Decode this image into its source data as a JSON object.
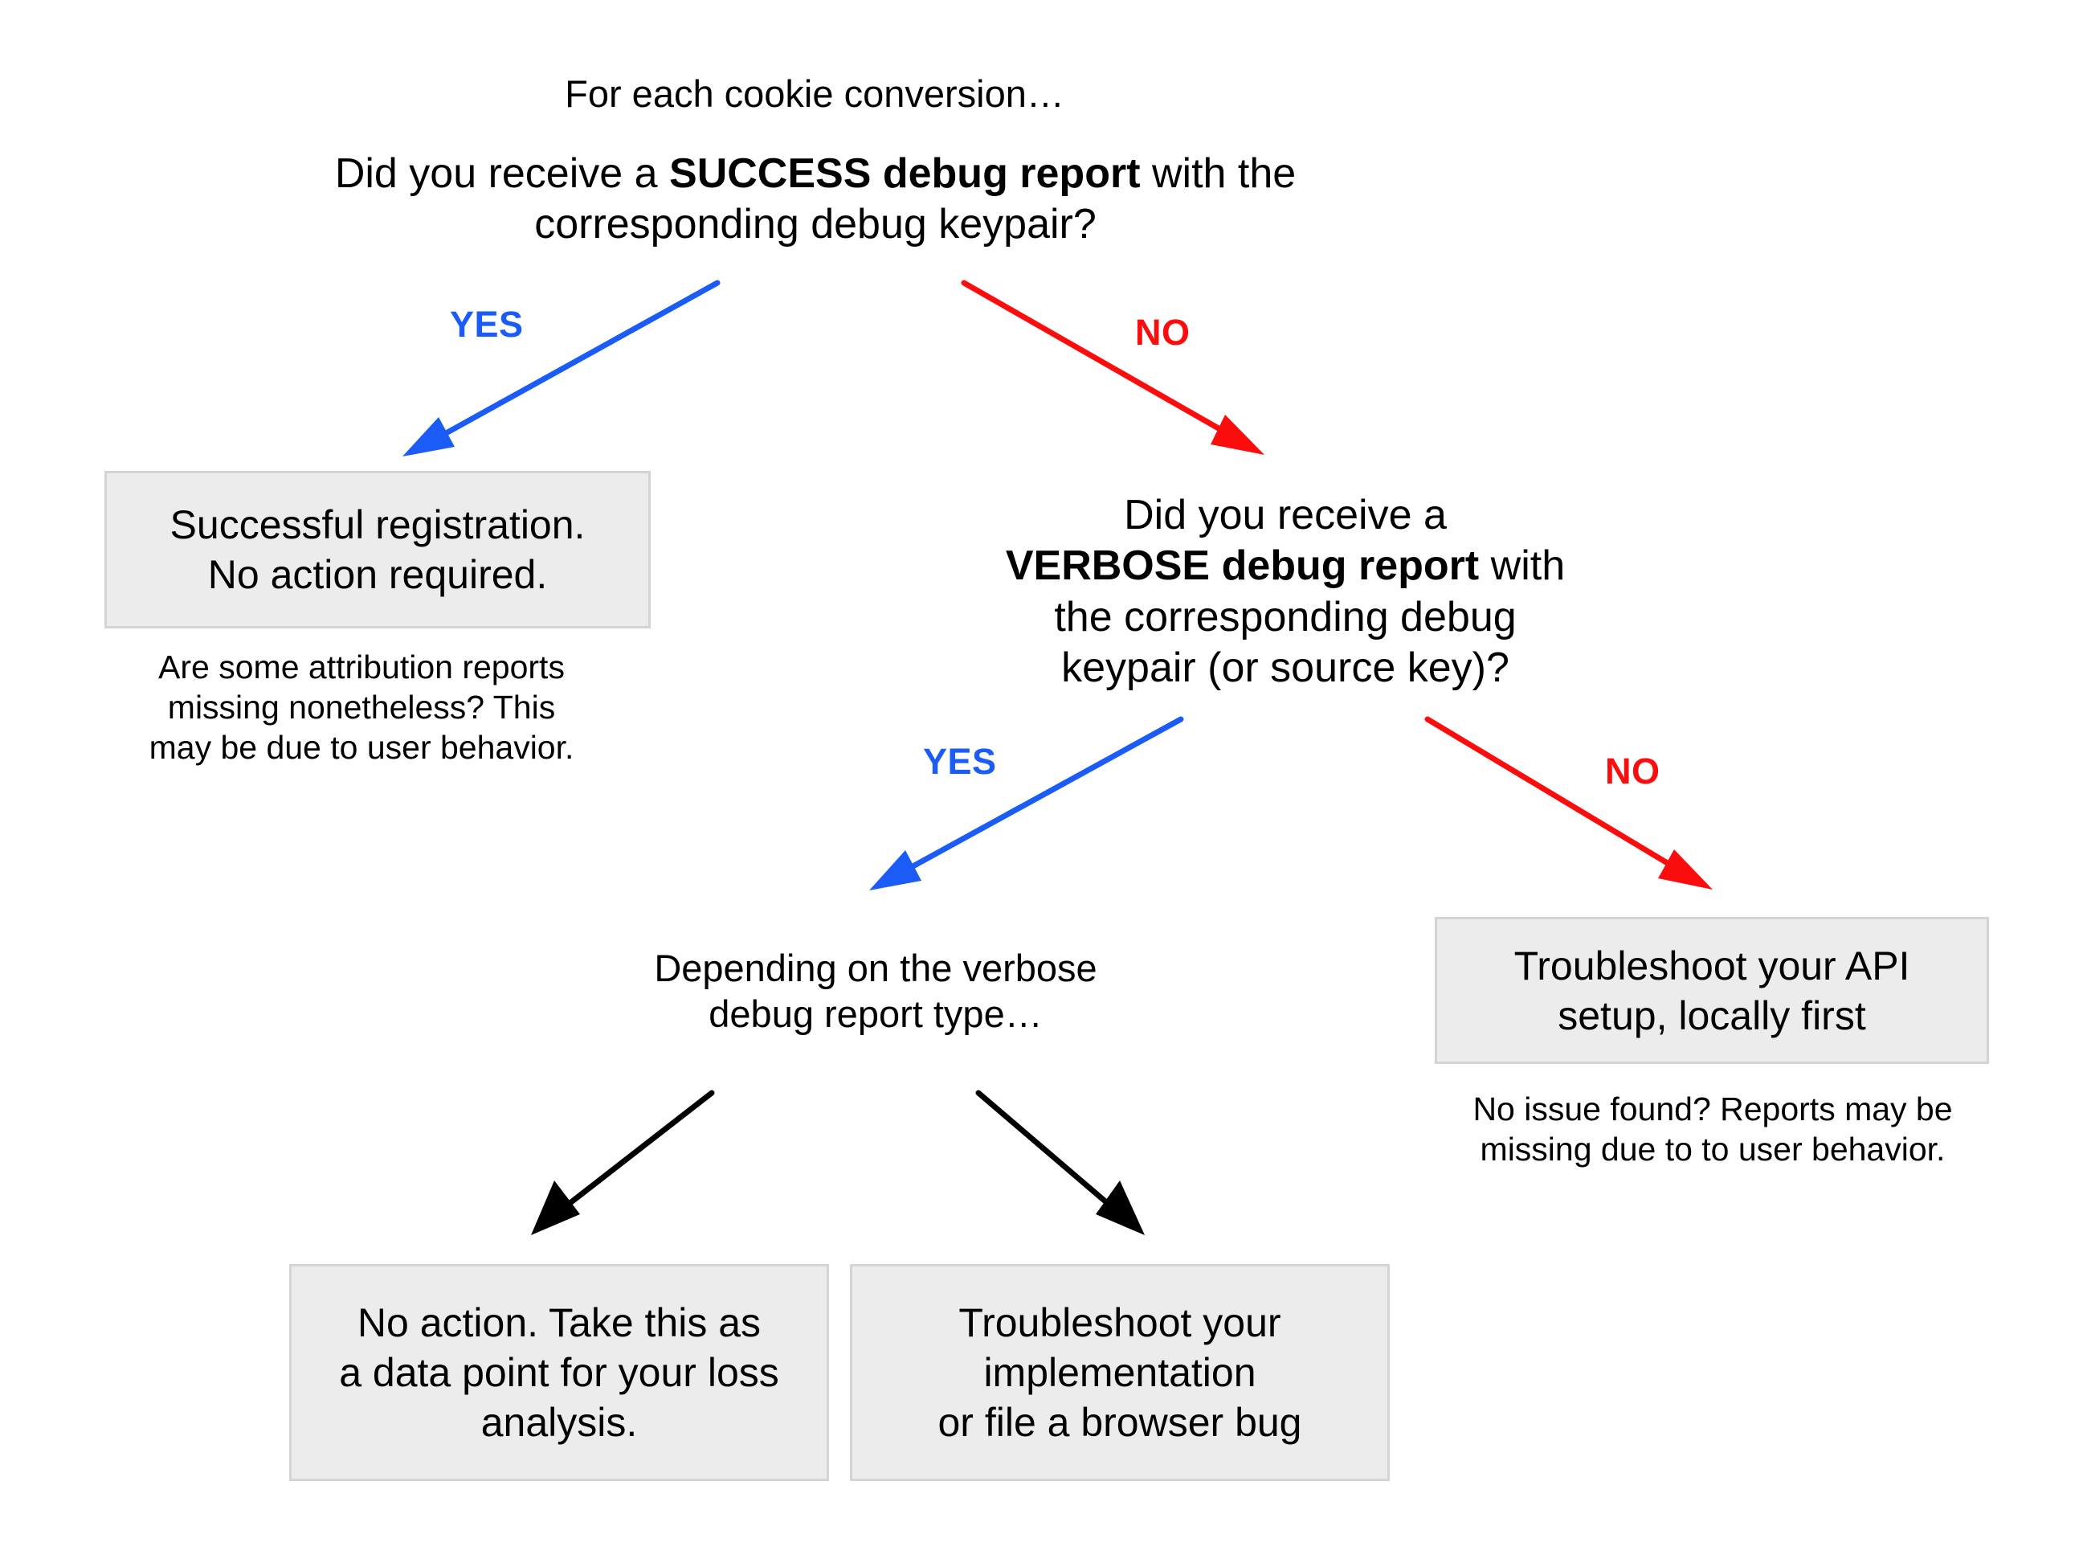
{
  "diagram": {
    "title": "Cookie conversion debug report troubleshooting flowchart",
    "background": "#ffffff",
    "colors": {
      "yes": "#1a5cf5",
      "no": "#fc0d0d",
      "neutral": "#000000",
      "box_fill": "#ececec",
      "box_border": "#d4d4d4"
    }
  },
  "intro": {
    "text": "For each cookie conversion…"
  },
  "questions": {
    "root": {
      "prefix": "Did you receive a ",
      "emphasis": "SUCCESS debug report",
      "suffix": " with the\ncorresponding debug keypair?"
    },
    "verbose": {
      "prefix": "Did you receive a\n",
      "emphasis": "VERBOSE debug report",
      "suffix": " with\nthe corresponding debug\nkeypair (or source key)?"
    }
  },
  "edge_labels": {
    "yes_1": "YES",
    "no_1": "NO",
    "yes_2": "YES",
    "no_2": "NO"
  },
  "boxes": {
    "success": "Successful registration.\nNo action required.",
    "api_setup": "Troubleshoot your API\nsetup, locally first",
    "no_action": "No action. Take this as\na data point for your loss\nanalysis.",
    "implementation": "Troubleshoot your\nimplementation\nor file a browser bug"
  },
  "notes": {
    "attribution": "Are some attribution reports\nmissing nonetheless? This\nmay be due to user behavior.",
    "no_issue": "No issue found? Reports may be\nmissing due to to user behavior."
  },
  "intermediate": {
    "depending": "Depending on the verbose\ndebug report type…"
  }
}
